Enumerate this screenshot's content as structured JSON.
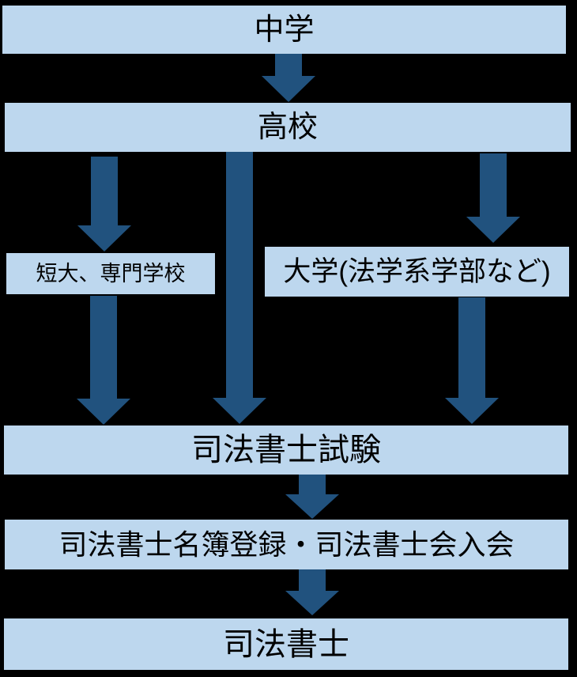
{
  "colors": {
    "background": "#000000",
    "box_fill": "#BDD7EE",
    "arrow_fill": "#21527E",
    "text": "#000000"
  },
  "nodes": {
    "chugaku": {
      "label": "中学"
    },
    "koko": {
      "label": "高校"
    },
    "tandai": {
      "label": "短大、専門学校"
    },
    "daigaku": {
      "label": "大学(法学系学部など)"
    },
    "shiken": {
      "label": "司法書士試験"
    },
    "meibo": {
      "label": "司法書士名簿登録・司法書士会入会"
    },
    "final": {
      "label": "司法書士"
    }
  },
  "edges": [
    {
      "from": "中学",
      "to": "高校"
    },
    {
      "from": "高校",
      "to": "短大、専門学校"
    },
    {
      "from": "高校",
      "to": "司法書士試験"
    },
    {
      "from": "高校",
      "to": "大学(法学系学部など)"
    },
    {
      "from": "短大、専門学校",
      "to": "司法書士試験"
    },
    {
      "from": "大学(法学系学部など)",
      "to": "司法書士試験"
    },
    {
      "from": "司法書士試験",
      "to": "司法書士名簿登録・司法書士会入会"
    },
    {
      "from": "司法書士名簿登録・司法書士会入会",
      "to": "司法書士"
    }
  ]
}
